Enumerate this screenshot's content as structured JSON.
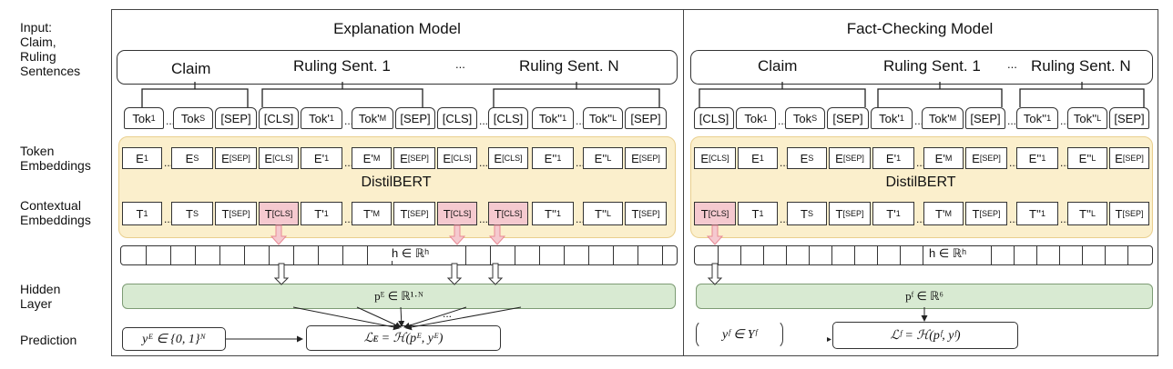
{
  "row_labels": {
    "input": "Input:\nClaim,\nRuling\nSentences",
    "token": "Token\nEmbeddings",
    "contextual": "Contextual\nEmbeddings",
    "hidden": "Hidden\nLayer",
    "prediction": "Prediction"
  },
  "explanation": {
    "title": "Explanation Model",
    "input": {
      "claim": "Claim",
      "sent1": "Ruling Sent. 1",
      "ellipsis": "...",
      "sentN": "Ruling Sent. N"
    },
    "model_label": "DistilBERT",
    "hidden_label": "h ∈ ℝʰ",
    "p_label": "pᴱ ∈ ℝ¹·ᴺ",
    "y_label": "yᴱ ∈ {0, 1}ᴺ",
    "loss_label": "ℒᴇ = ℋ(pᴱ, yᴱ)",
    "dots": "..."
  },
  "factcheck": {
    "title": "Fact-Checking Model",
    "input": {
      "claim": "Claim",
      "sent1": "Ruling Sent. 1",
      "ellipsis": "...",
      "sentN": "Ruling Sent. N"
    },
    "model_label": "DistilBERT",
    "hidden_label": "h ∈ ℝʰ",
    "p_label": "pᶠ ∈ ℝ⁶",
    "y_label": "yᶠ ∈ Yᶠ",
    "loss_label": "ℒᶠ = ℋ(pᶠ, yᶠ)"
  },
  "colors": {
    "embedding_bg": "#fbefcc",
    "hidden_bg": "#d8ead2",
    "cls_highlight": "#f5c9cf",
    "arrow": "#e88a95"
  }
}
